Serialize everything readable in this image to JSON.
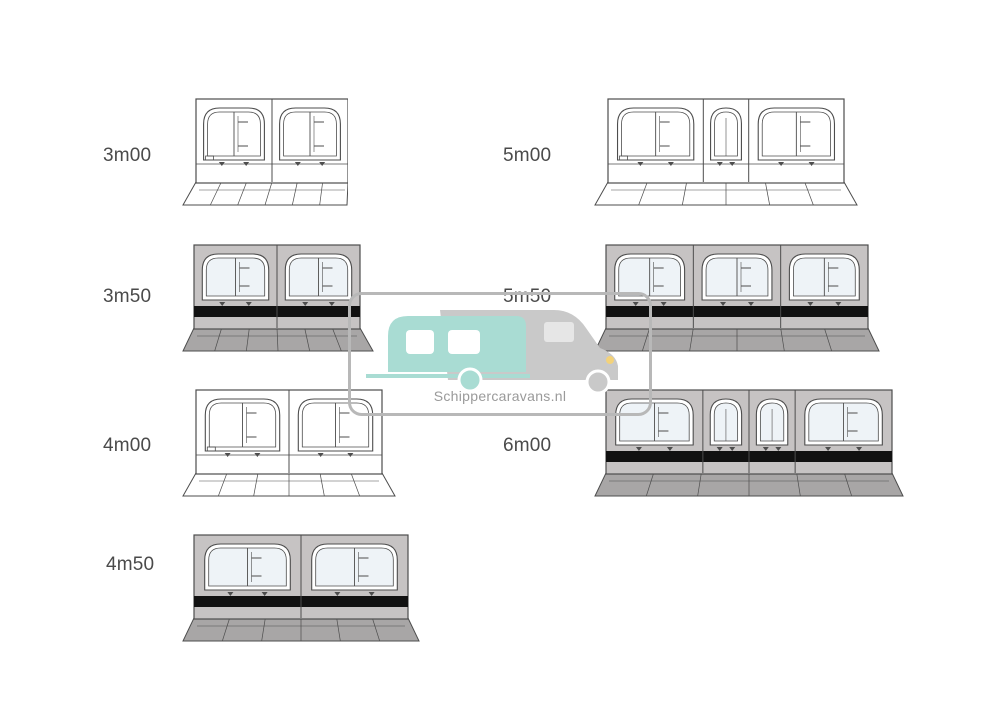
{
  "colors": {
    "outline": "#4d4d4d",
    "panel_fill": "#c6c3c3",
    "window_glass": "#eef3f7",
    "skirt_band": "#111111",
    "ground_fill": "#a8a6a6",
    "watermark_caravan": "#a9dcd3",
    "watermark_motorhome": "#c9c9c9",
    "watermark_frame": "#b8b8b8"
  },
  "awnings": [
    {
      "label": "3m00",
      "style": "outline",
      "windows": [
        "wide",
        "wide"
      ]
    },
    {
      "label": "3m50",
      "style": "filled",
      "windows": [
        "wide",
        "wide"
      ]
    },
    {
      "label": "4m00",
      "style": "outline",
      "windows": [
        "wide",
        "wide"
      ]
    },
    {
      "label": "4m50",
      "style": "filled",
      "windows": [
        "wide",
        "wide"
      ]
    },
    {
      "label": "5m00",
      "style": "outline",
      "windows": [
        "wide",
        "narrow",
        "wide"
      ]
    },
    {
      "label": "5m50",
      "style": "filled",
      "windows": [
        "wide",
        "wide",
        "wide"
      ]
    },
    {
      "label": "6m00",
      "style": "filled",
      "windows": [
        "wide",
        "narrow",
        "narrow",
        "wide"
      ]
    }
  ],
  "watermark": {
    "text": "Schippercaravans.nl",
    "icon": "caravan-motorhome-icon"
  }
}
